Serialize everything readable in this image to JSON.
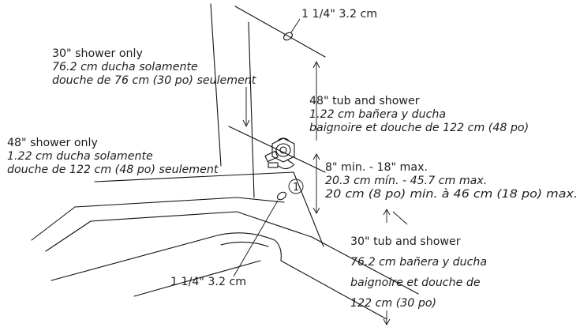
{
  "labels": {
    "top_hole": "1 1/4\"  3.2 cm",
    "bottom_hole": "1 1/4\"  3.2 cm",
    "callout_number": "1",
    "shower_30": {
      "en": "30\" shower only",
      "es": "76.2 cm ducha solamente",
      "fr": "douche de 76 cm (30 po) seulement"
    },
    "tub_shower_48": {
      "en": "48\" tub and shower",
      "es": "1.22 cm bañera y ducha",
      "fr": "baignoire et douche de 122 cm (48 po)"
    },
    "shower_48": {
      "en": "48\" shower only",
      "es": "1.22 cm ducha solamente",
      "fr": "douche de 122 cm (48 po) seulement"
    },
    "range": {
      "en": "8\" min. - 18\" max.",
      "es": "20.3 cm mín. - 45.7 cm max.",
      "fr": "20 cm (8 po) min. à 46 cm (18 po) max."
    },
    "tub_shower_30": {
      "en": "30\" tub and shower",
      "es": "76.2 cm bañera y ducha",
      "fr1": "baignoire et douche de",
      "fr2": "122 cm (30 po)"
    }
  }
}
